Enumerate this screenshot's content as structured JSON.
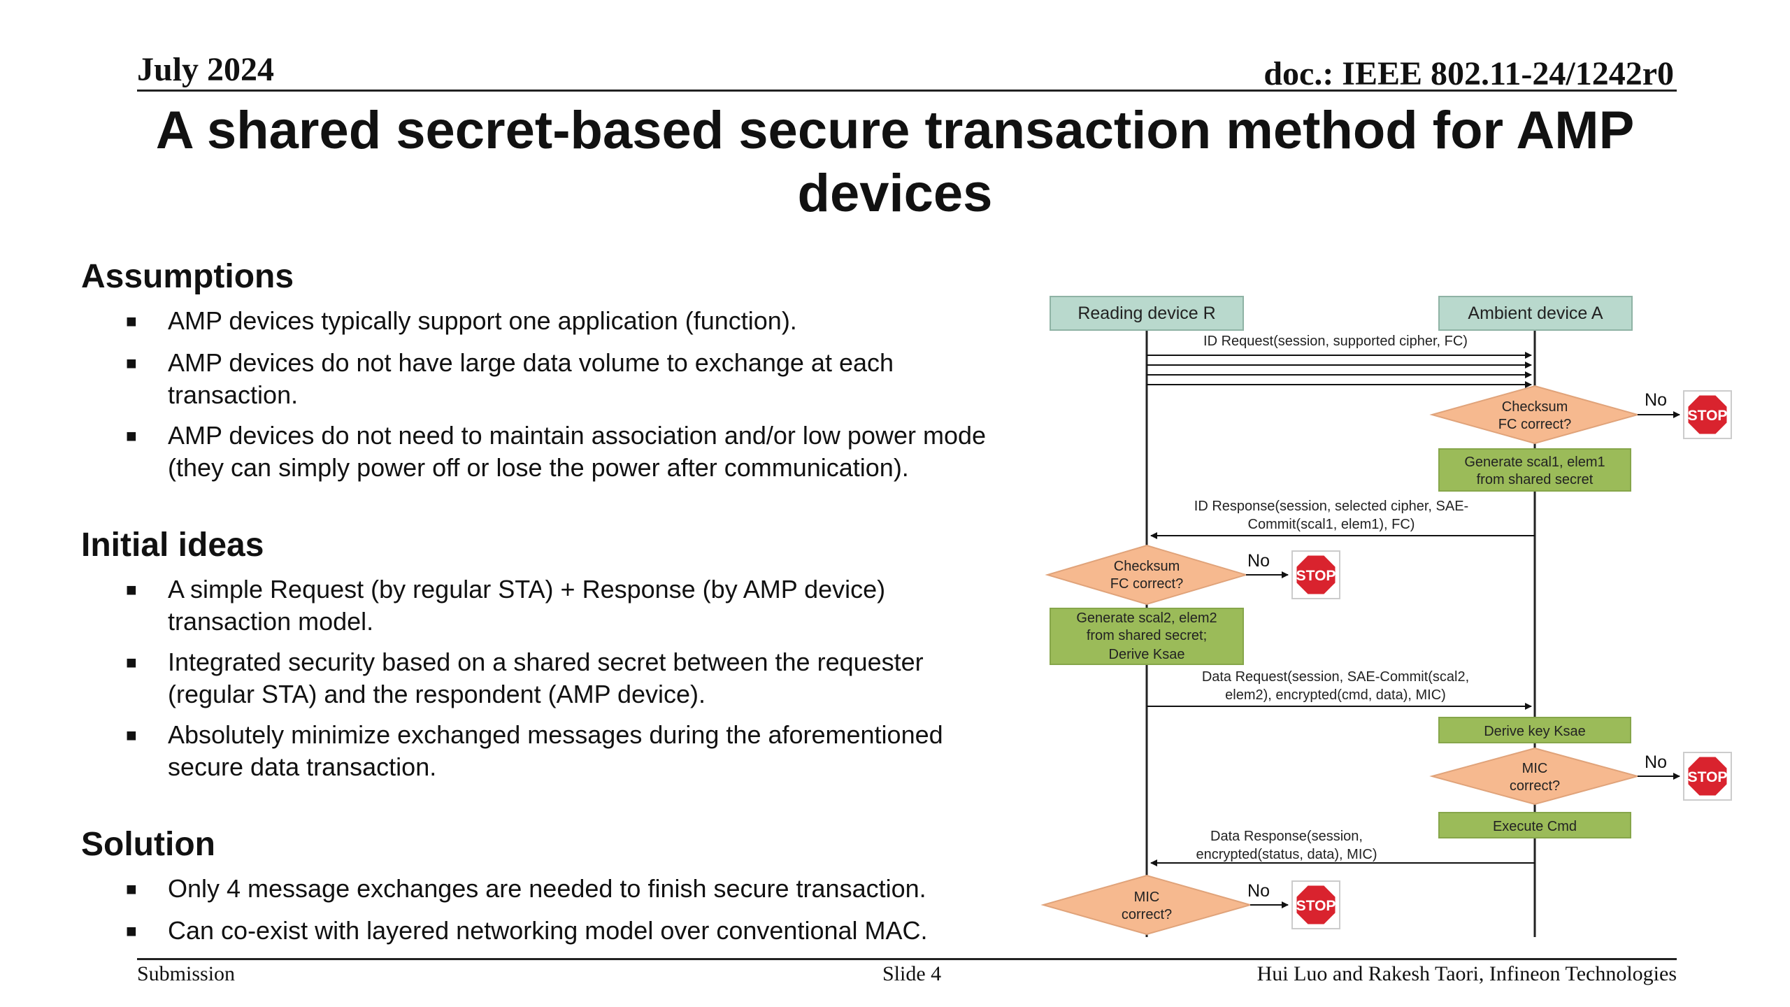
{
  "header": {
    "date": "July 2024",
    "doc": "doc.: IEEE 802.11-24/1242r0"
  },
  "title": "A shared secret-based secure transaction method for AMP devices",
  "sections": [
    {
      "heading": "Assumptions",
      "bullets": [
        "AMP devices typically support one application (function).",
        "AMP devices do not have large data volume to exchange at each transaction.",
        "AMP devices do not need to maintain association and/or low power mode (they can simply power off or lose the power after communication)."
      ]
    },
    {
      "heading": "Initial ideas",
      "bullets": [
        "A simple Request (by regular STA) + Response (by AMP device) transaction model.",
        "Integrated security based on a shared secret between the requester (regular STA) and the respondent (AMP device).",
        "Absolutely minimize exchanged messages during the aforementioned secure data transaction."
      ]
    },
    {
      "heading": "Solution",
      "bullets": [
        "Only 4 message exchanges are needed to finish secure transaction.",
        "Can co-exist with layered networking model over conventional MAC."
      ]
    }
  ],
  "diagram": {
    "reader": "Reading device R",
    "ambient": "Ambient device A",
    "msg1": "ID Request(session,  supported  cipher, FC)",
    "check1": [
      "Checksum",
      "FC correct?"
    ],
    "gen1": [
      "Generate  scal1, elem1",
      "from shared secret"
    ],
    "msg2": [
      "ID Response(session,  selected  cipher, SAE-",
      "Commit(scal1,  elem1),  FC)"
    ],
    "check2": [
      "Checksum",
      "FC correct?"
    ],
    "gen2": [
      "Generate  scal2, elem2",
      "from shared secret;",
      "Derive Ksae"
    ],
    "msg3": [
      "Data Request(session,  SAE-Commit(scal2,",
      "elem2),  encrypted(cmd,  data),  MIC)"
    ],
    "derive": "Derive key Ksae",
    "mic1": [
      "MIC",
      "correct?"
    ],
    "exec": "Execute Cmd",
    "msg4": [
      "Data Response(session,",
      "encrypted(status,  data),  MIC)"
    ],
    "mic2": [
      "MIC",
      "correct?"
    ],
    "no": "No",
    "stop": "STOP",
    "colors": {
      "header_box": "#b9d9cd",
      "diamond": "#f6b98f",
      "green_box": "#9bbb59",
      "stop_red": "#d9232e"
    }
  },
  "footer": {
    "left": "Submission",
    "center": "Slide 4",
    "right": "Hui Luo and Rakesh Taori, Infineon Technologies"
  }
}
